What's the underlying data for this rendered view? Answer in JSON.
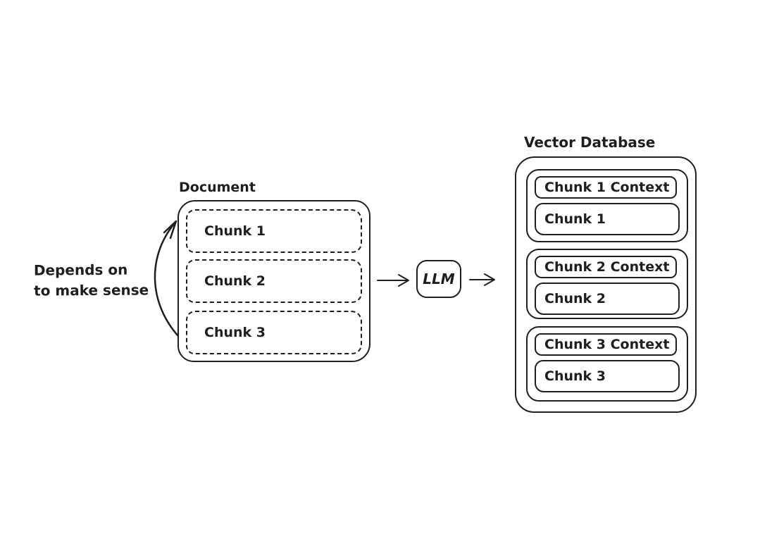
{
  "colors": {
    "stroke": "#1e1e1e",
    "background": "#ffffff"
  },
  "annotation": {
    "line1": "Depends on",
    "line2": "to make sense"
  },
  "document": {
    "title": "Document",
    "chunks": [
      "Chunk 1",
      "Chunk 2",
      "Chunk 3"
    ]
  },
  "llm": {
    "label": "LLM"
  },
  "vector_database": {
    "title": "Vector Database",
    "entries": [
      {
        "context": "Chunk 1 Context",
        "chunk": "Chunk 1"
      },
      {
        "context": "Chunk 2 Context",
        "chunk": "Chunk 2"
      },
      {
        "context": "Chunk 3 Context",
        "chunk": "Chunk 3"
      }
    ]
  }
}
